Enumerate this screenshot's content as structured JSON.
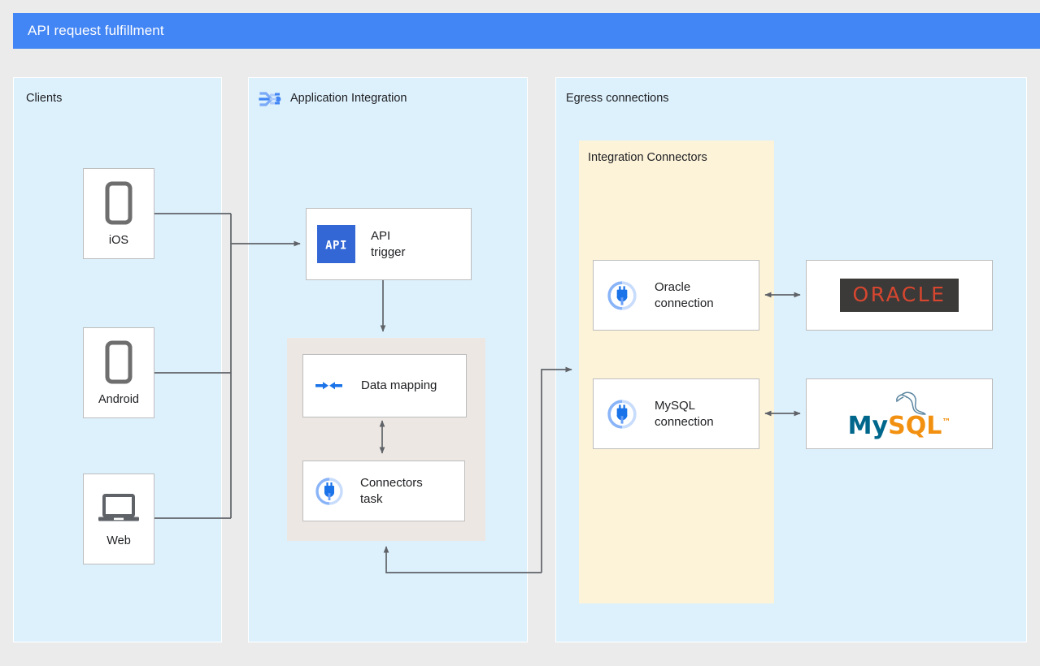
{
  "header": {
    "title": "API request fulfillment",
    "bar_color": "#4285f4"
  },
  "panels": {
    "clients": {
      "label": "Clients",
      "bg_color": "#ddf1fd"
    },
    "application_integration": {
      "label": "Application Integration",
      "icon": "application-integration-icon",
      "bg_color": "#ddf1fd"
    },
    "egress": {
      "label": "Egress connections",
      "bg_color": "#ddf1fd"
    },
    "integration_connectors": {
      "label": "Integration Connectors",
      "bg_color": "#fdf3d9"
    }
  },
  "clients": [
    {
      "label": "iOS",
      "icon": "mobile-phone-icon"
    },
    {
      "label": "Android",
      "icon": "mobile-phone-icon"
    },
    {
      "label": "Web",
      "icon": "laptop-icon"
    }
  ],
  "integration_nodes": {
    "api_trigger": {
      "label": "API\ntrigger",
      "icon": "api-trigger-icon",
      "icon_text": "API"
    },
    "data_mapping": {
      "label": "Data mapping",
      "icon": "data-mapping-icon"
    },
    "connectors_task": {
      "label": "Connectors\ntask",
      "icon": "connector-plug-icon"
    }
  },
  "connections": [
    {
      "label": "Oracle\nconnection",
      "icon": "connector-plug-icon"
    },
    {
      "label": "MySQL\nconnection",
      "icon": "connector-plug-icon"
    }
  ],
  "backends": [
    {
      "name": "oracle-logo",
      "text": "ORACLE",
      "bg_color": "#3b3a38",
      "fg_color": "#d8462f"
    },
    {
      "name": "mysql-logo",
      "text_primary": "My",
      "text_secondary": "SQL",
      "trademark": "™",
      "fg_primary": "#00678c",
      "fg_secondary": "#f29111"
    }
  ],
  "colors": {
    "accent_blue": "#4285f4",
    "panel_blue": "#ddf1fd",
    "panel_yellow": "#fdf3d9",
    "group_beige": "#ece7e3",
    "wire_gray": "#5f6368",
    "page_bg": "#ebebeb"
  }
}
